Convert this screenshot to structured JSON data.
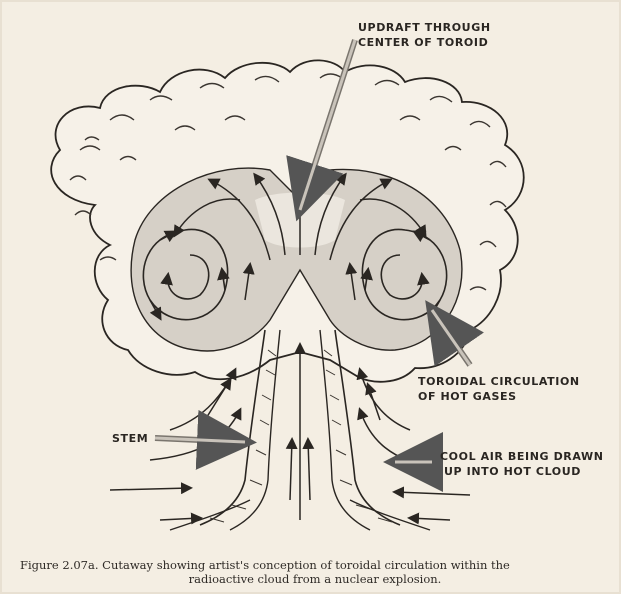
{
  "labels": {
    "updraft_line1": "UPDRAFT THROUGH",
    "updraft_line2": "CENTER OF TOROID",
    "toroidal_line1": "TOROIDAL CIRCULATION",
    "toroidal_line2": "OF HOT GASES",
    "stem": "STEM",
    "cool_air_line1": "COOL AIR  BEING DRAWN",
    "cool_air_line2": "UP INTO HOT CLOUD"
  },
  "caption": {
    "line1": "Figure 2.07a.  Cutaway showing artist's conception of toroidal circulation within the",
    "line2": "radioactive cloud from a nuclear explosion."
  },
  "colors": {
    "paper": "#f4eee3",
    "ink": "#2a2622",
    "shade": "#c9c3ba",
    "light_shade": "#e2ddd5"
  }
}
